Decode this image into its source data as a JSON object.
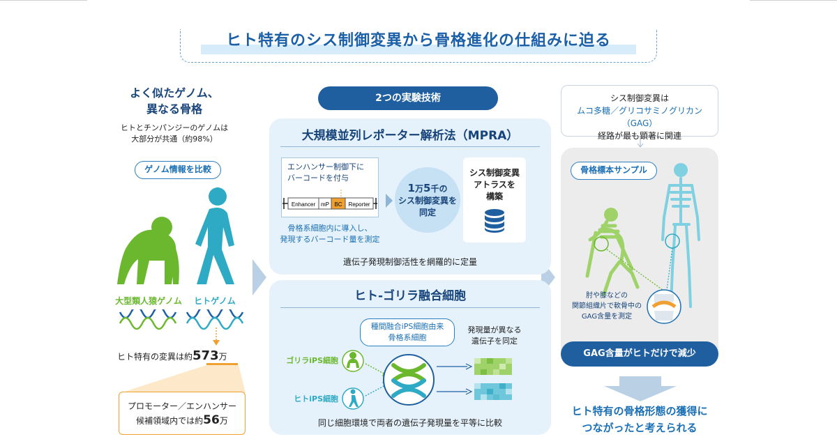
{
  "title": "ヒト特有のシス制御変異から骨格進化の仕組みに迫る",
  "left": {
    "heading_line1": "よく似たゲノム、",
    "heading_line2": "異なる骨格",
    "sub_line1": "ヒトとチンパンジーのゲノムは",
    "sub_line2": "大部分が共通（約98%）",
    "genome_pill": "ゲノム情報を比較",
    "ape_label": "大型類人猿ゲノム",
    "human_label": "ヒトゲノム",
    "variant_prefix": "ヒト特有の変異は約",
    "variant_count": "573",
    "variant_unit": "万",
    "promoter_line1": "プロモーター／エンハンサー",
    "promoter_prefix": "候補領域内では約",
    "promoter_count": "56",
    "promoter_unit": "万"
  },
  "middle": {
    "tech_pill": "2つの実験技術",
    "mpra": {
      "title": "大規模並列レポーター解析法（MPRA）",
      "enh_line1": "エンハンサー制御下に",
      "enh_line2": "バーコードを付与",
      "seg_enhancer": "Enhancer",
      "seg_mp": "mP",
      "seg_bc": "BC",
      "seg_reporter": "Reporter",
      "note_line1": "骨格系細胞内に導入し、",
      "note_line2": "発現するバーコード量を測定",
      "circle_num1": "1",
      "circle_unit1": "万",
      "circle_num2": "5",
      "circle_unit2": "千の",
      "circle_line2": "シス制御変異を",
      "circle_line3": "同定",
      "atlas_line1": "シス制御変異",
      "atlas_line2": "アトラスを",
      "atlas_line3": "構築",
      "footer": "遺伝子発現制御活性を網羅的に定量"
    },
    "fusion": {
      "title": "ヒト-ゴリラ融合細胞",
      "cell_line1": "種間融合iPS細胞由来",
      "cell_line2": "骨格系細胞",
      "diff_line1": "発現量が異なる",
      "diff_line2": "遺伝子を同定",
      "gorilla_label": "ゴリラiPS細胞",
      "human_label": "ヒトiPS細胞",
      "footer": "同じ細胞環境で両者の遺伝子発現量を平等に比較"
    }
  },
  "right": {
    "note_line1": "シス制御変異は",
    "note_line2": "ムコ多糖／グリコサミノグリカン（GAG）",
    "note_line3": "経路が最も顕著に関連",
    "skeleton_pill": "骨格標本サンプル",
    "joint_line1": "肘や膝などの",
    "joint_line2": "関節組織片で軟骨中の",
    "joint_line3": "GAG含量を測定",
    "gag_bar": "GAG含量がヒトだけで減少",
    "conclusion_line1": "ヒト特有の骨格形態の獲得に",
    "conclusion_line2": "つながったと考えられる"
  },
  "colors": {
    "title_blue": "#1a5fa8",
    "navy": "#17447a",
    "ape_green": "#6bb82f",
    "human_teal": "#2eaac4",
    "accent_orange": "#f0a030",
    "panel_blue": "#e6f2fb",
    "pill_navy": "#1f5fa0"
  },
  "icons": [
    "chimp-silhouette-icon",
    "human-silhouette-icon",
    "dna-helix-icon",
    "database-icon",
    "gorilla-icon",
    "walking-human-icon",
    "chromosome-fusion-icon",
    "heatmap-icon",
    "ape-skeleton-icon",
    "human-skeleton-icon",
    "knee-joint-icon",
    "down-arrow-icon"
  ]
}
